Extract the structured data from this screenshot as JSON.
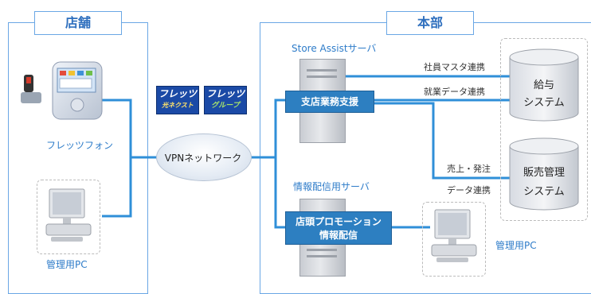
{
  "store": {
    "title": "店舗",
    "flets_phone_label": "フレッツフォン",
    "admin_pc_label": "管理用PC"
  },
  "hq": {
    "title": "本部",
    "store_assist_label": "Store Assistサーバ",
    "branch_support_label": "支店業務支援",
    "info_server_label": "情報配信用サーバ",
    "promo_line1": "店頭プロモーション",
    "promo_line2": "情報配信",
    "admin_pc_label": "管理用PC",
    "payroll_line1": "給与",
    "payroll_line2": "システム",
    "sales_line1": "販売管理",
    "sales_line2": "システム",
    "link_employee": "社員マスタ連携",
    "link_work": "就業データ連携",
    "link_sales1": "売上・発注",
    "link_sales2": "データ連携"
  },
  "network": {
    "vpn_label": "VPNネットワーク",
    "logo1_text": "フレッツ",
    "logo1_sub": "光ネクスト",
    "logo2_text": "フレッツ",
    "logo2_sub": "グループ"
  },
  "colors": {
    "line": "#2f8fd8",
    "panel_border": "#6aa7e5",
    "accent_box": "#2d7fc1"
  }
}
